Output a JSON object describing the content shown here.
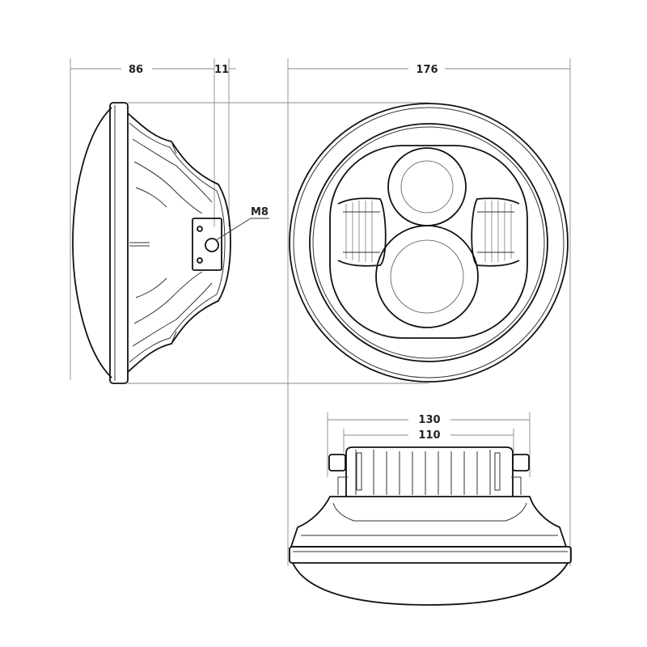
{
  "drawing": {
    "dimensions": {
      "side_depth": "86",
      "mount_offset": "11",
      "diameter": "176",
      "bottom_outer_width": "130",
      "bottom_inner_width": "110"
    },
    "callouts": {
      "thread": "M8"
    },
    "colors": {
      "line": "#111111",
      "dimension_line": "#888888",
      "text": "#222222"
    }
  }
}
